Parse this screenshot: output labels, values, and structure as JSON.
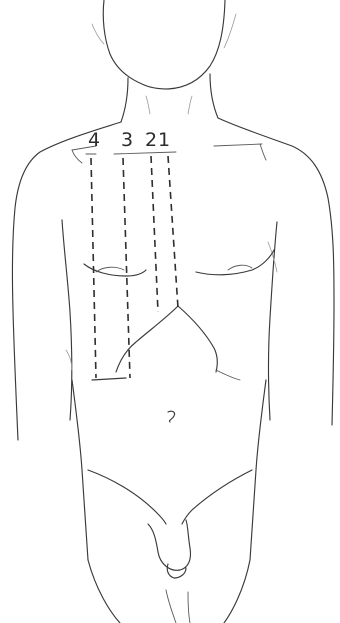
{
  "figure": {
    "icon": "male-torso-outline-drawing",
    "line_labels": [
      "4",
      "3",
      "2",
      "1"
    ]
  }
}
